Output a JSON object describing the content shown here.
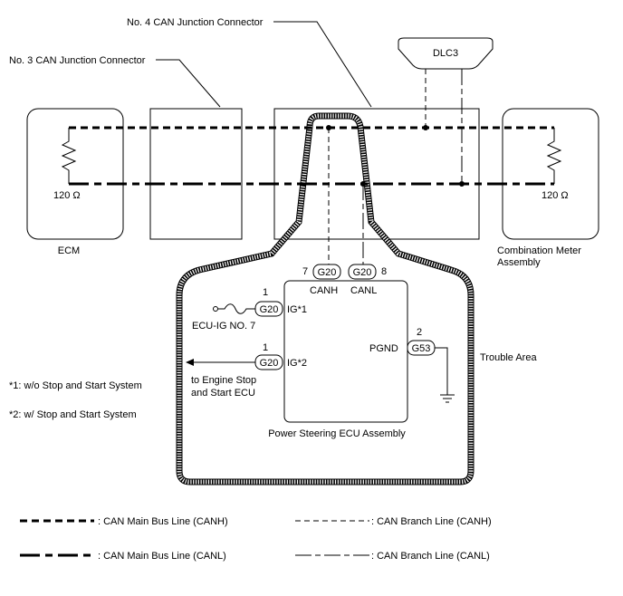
{
  "labels": {
    "no4": "No. 4 CAN Junction Connector",
    "no3": "No. 3 CAN Junction Connector",
    "dlc3": "DLC3",
    "ecm": "ECM",
    "meter_line1": "Combination Meter",
    "meter_line2": "Assembly",
    "res_left": "120 Ω",
    "res_right": "120 Ω",
    "pin7": "7",
    "pin8": "8",
    "canh": "CANH",
    "canl": "CANL",
    "pin1a": "1",
    "pin1b": "1",
    "pin2": "2",
    "ig1": "IG*1",
    "ig2": "IG*2",
    "pgnd": "PGND",
    "ecu_ig": "ECU-IG NO. 7",
    "to_engine_1": "to Engine Stop",
    "to_engine_2": "and Start ECU",
    "ecu_name": "Power Steering ECU Assembly",
    "trouble": "Trouble Area",
    "note1": "*1: w/o Stop and Start System",
    "note2": "*2: w/ Stop and Start System"
  },
  "connectors": {
    "g20_canh": "G20",
    "g20_canl": "G20",
    "g20_ig1": "G20",
    "g20_ig2": "G20",
    "g53": "G53"
  },
  "legend": {
    "main_h": ": CAN Main Bus Line (CANH)",
    "main_l": ": CAN Main Bus Line (CANL)",
    "branch_h": ": CAN Branch Line (CANH)",
    "branch_l": ": CAN Branch Line (CANL)"
  }
}
